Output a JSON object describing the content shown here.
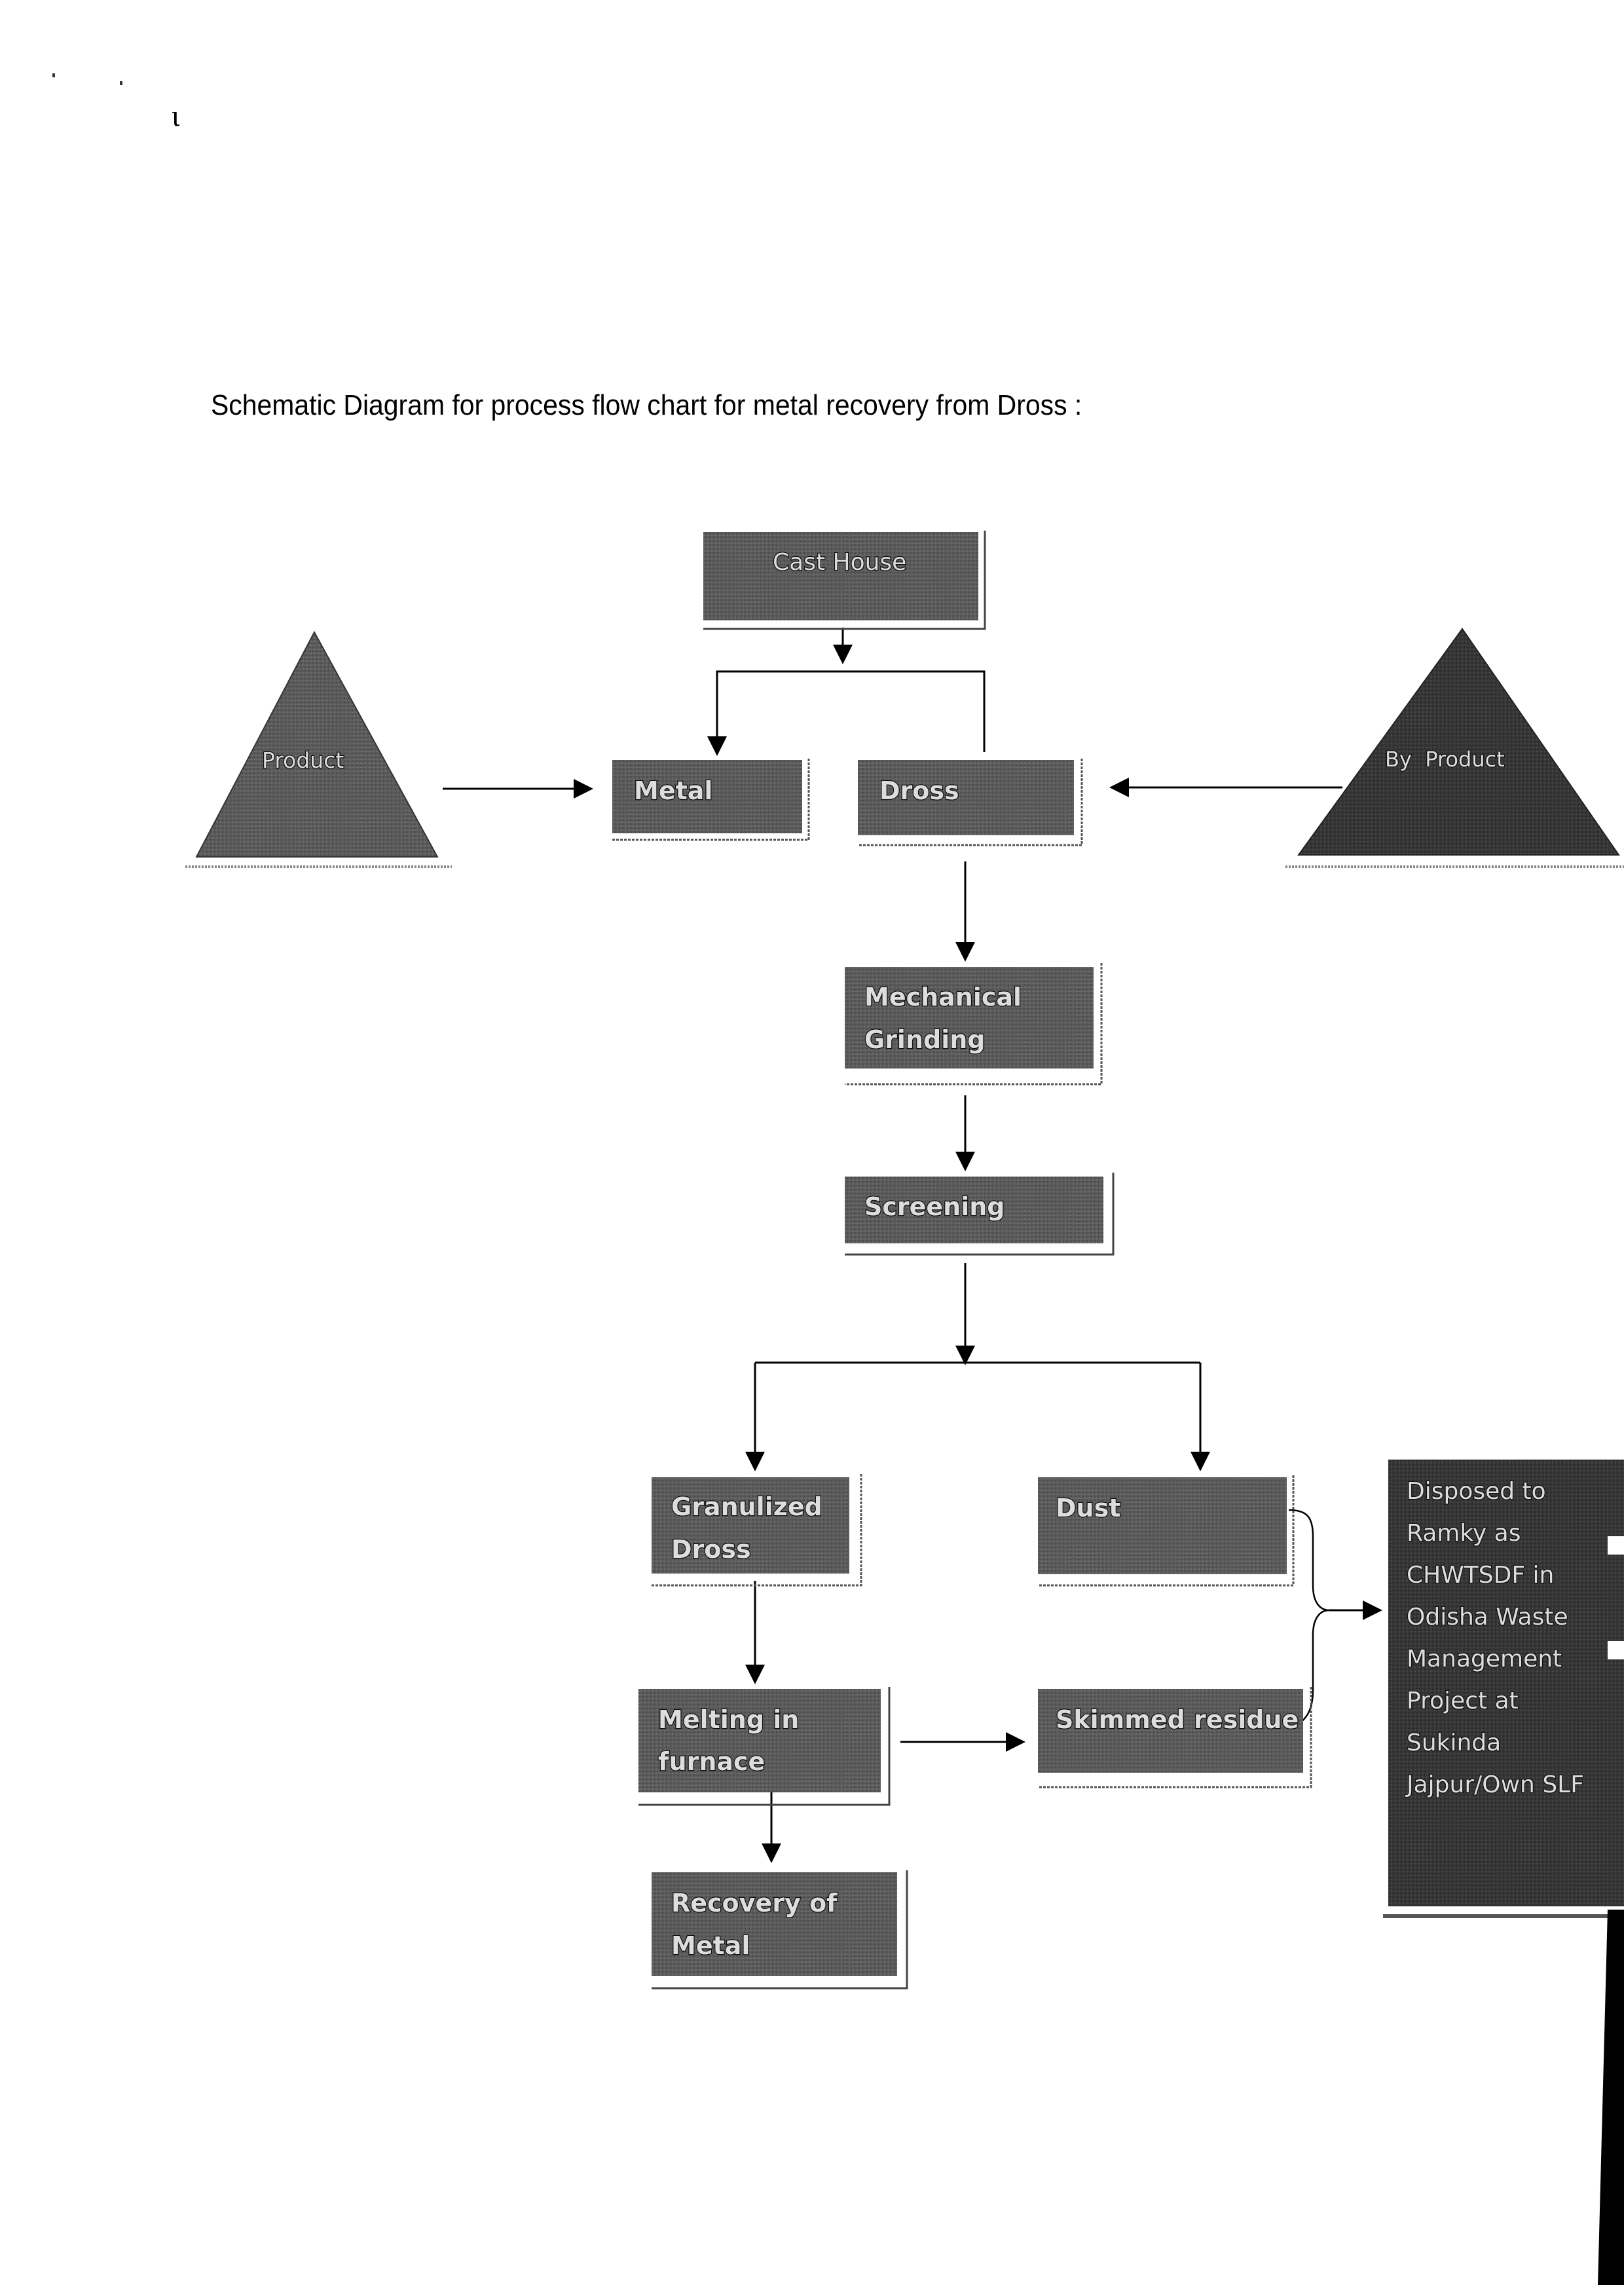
{
  "page": {
    "title": "Schematic Diagram for process flow chart for  metal recovery from Dross :",
    "stray_mark": "ɩ"
  },
  "nodes": {
    "cast_house": [
      "Cast House"
    ],
    "product": [
      "Product"
    ],
    "metal": [
      "Metal"
    ],
    "dross": [
      "Dross"
    ],
    "by_product": [
      "By  Product"
    ],
    "mechanical_grinding": [
      "Mechanical",
      "Grinding"
    ],
    "screening": [
      "Screening"
    ],
    "granulized_dross": [
      "Granulized",
      "Dross"
    ],
    "dust": [
      "Dust"
    ],
    "melting_in_furnace": [
      "Melting in",
      "furnace"
    ],
    "skimmed_residue": [
      "Skimmed residue"
    ],
    "recovery_of_metal": [
      "Recovery of",
      "Metal"
    ],
    "disposal": [
      "Disposed to",
      "Ramky as",
      "CHWTSDF in",
      "Odisha Waste",
      "Management",
      "Project at",
      "Sukinda",
      "Jajpur/Own SLF"
    ]
  },
  "colors": {
    "box_fill": "#5f5f5f",
    "box_fill_dark": "#3a3a3a",
    "arrow": "#000000"
  }
}
